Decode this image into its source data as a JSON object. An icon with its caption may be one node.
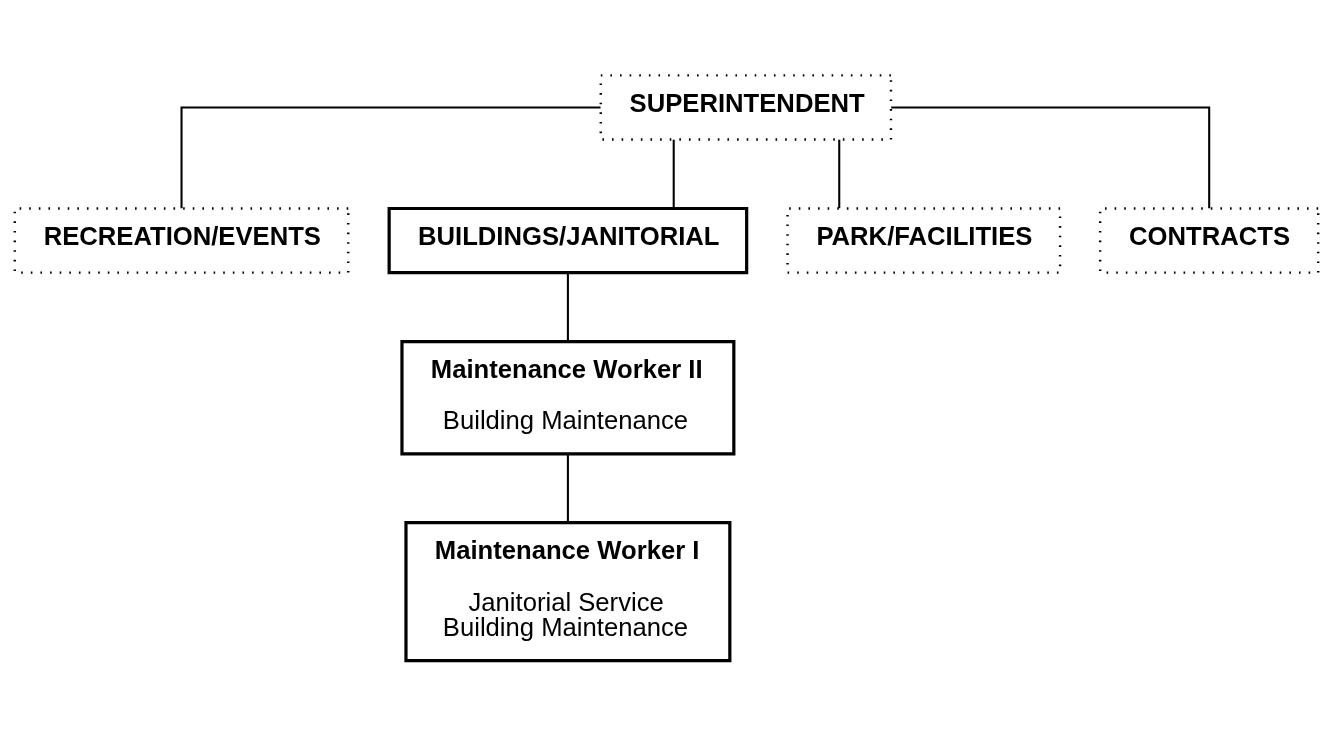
{
  "diagram": {
    "nodes": [
      {
        "text": [
          "SUPERINTENDENT"
        ]
      },
      {
        "text": [
          "RECREATION/EVENTS"
        ]
      },
      {
        "text": [
          "BUILDINGS/JANITORIAL"
        ]
      },
      {
        "text": [
          "PARK/FACILITIES"
        ]
      },
      {
        "text": [
          "CONTRACTS"
        ]
      },
      {
        "text": [
          "Maintenance Worker II",
          "Building Maintenance"
        ]
      },
      {
        "text": [
          "Maintenance Worker I",
          "Janitorial Service",
          "Building Maintenance"
        ]
      }
    ],
    "edges": [
      {
        "from": 0,
        "to": 1,
        "arrow": "none"
      },
      {
        "from": 0,
        "to": 2,
        "arrow": "none"
      },
      {
        "from": 0,
        "to": 3,
        "arrow": "none"
      },
      {
        "from": 0,
        "to": 4,
        "arrow": "none"
      },
      {
        "from": 2,
        "to": 5,
        "arrow": "none"
      },
      {
        "from": 5,
        "to": 6,
        "arrow": "none"
      }
    ]
  }
}
